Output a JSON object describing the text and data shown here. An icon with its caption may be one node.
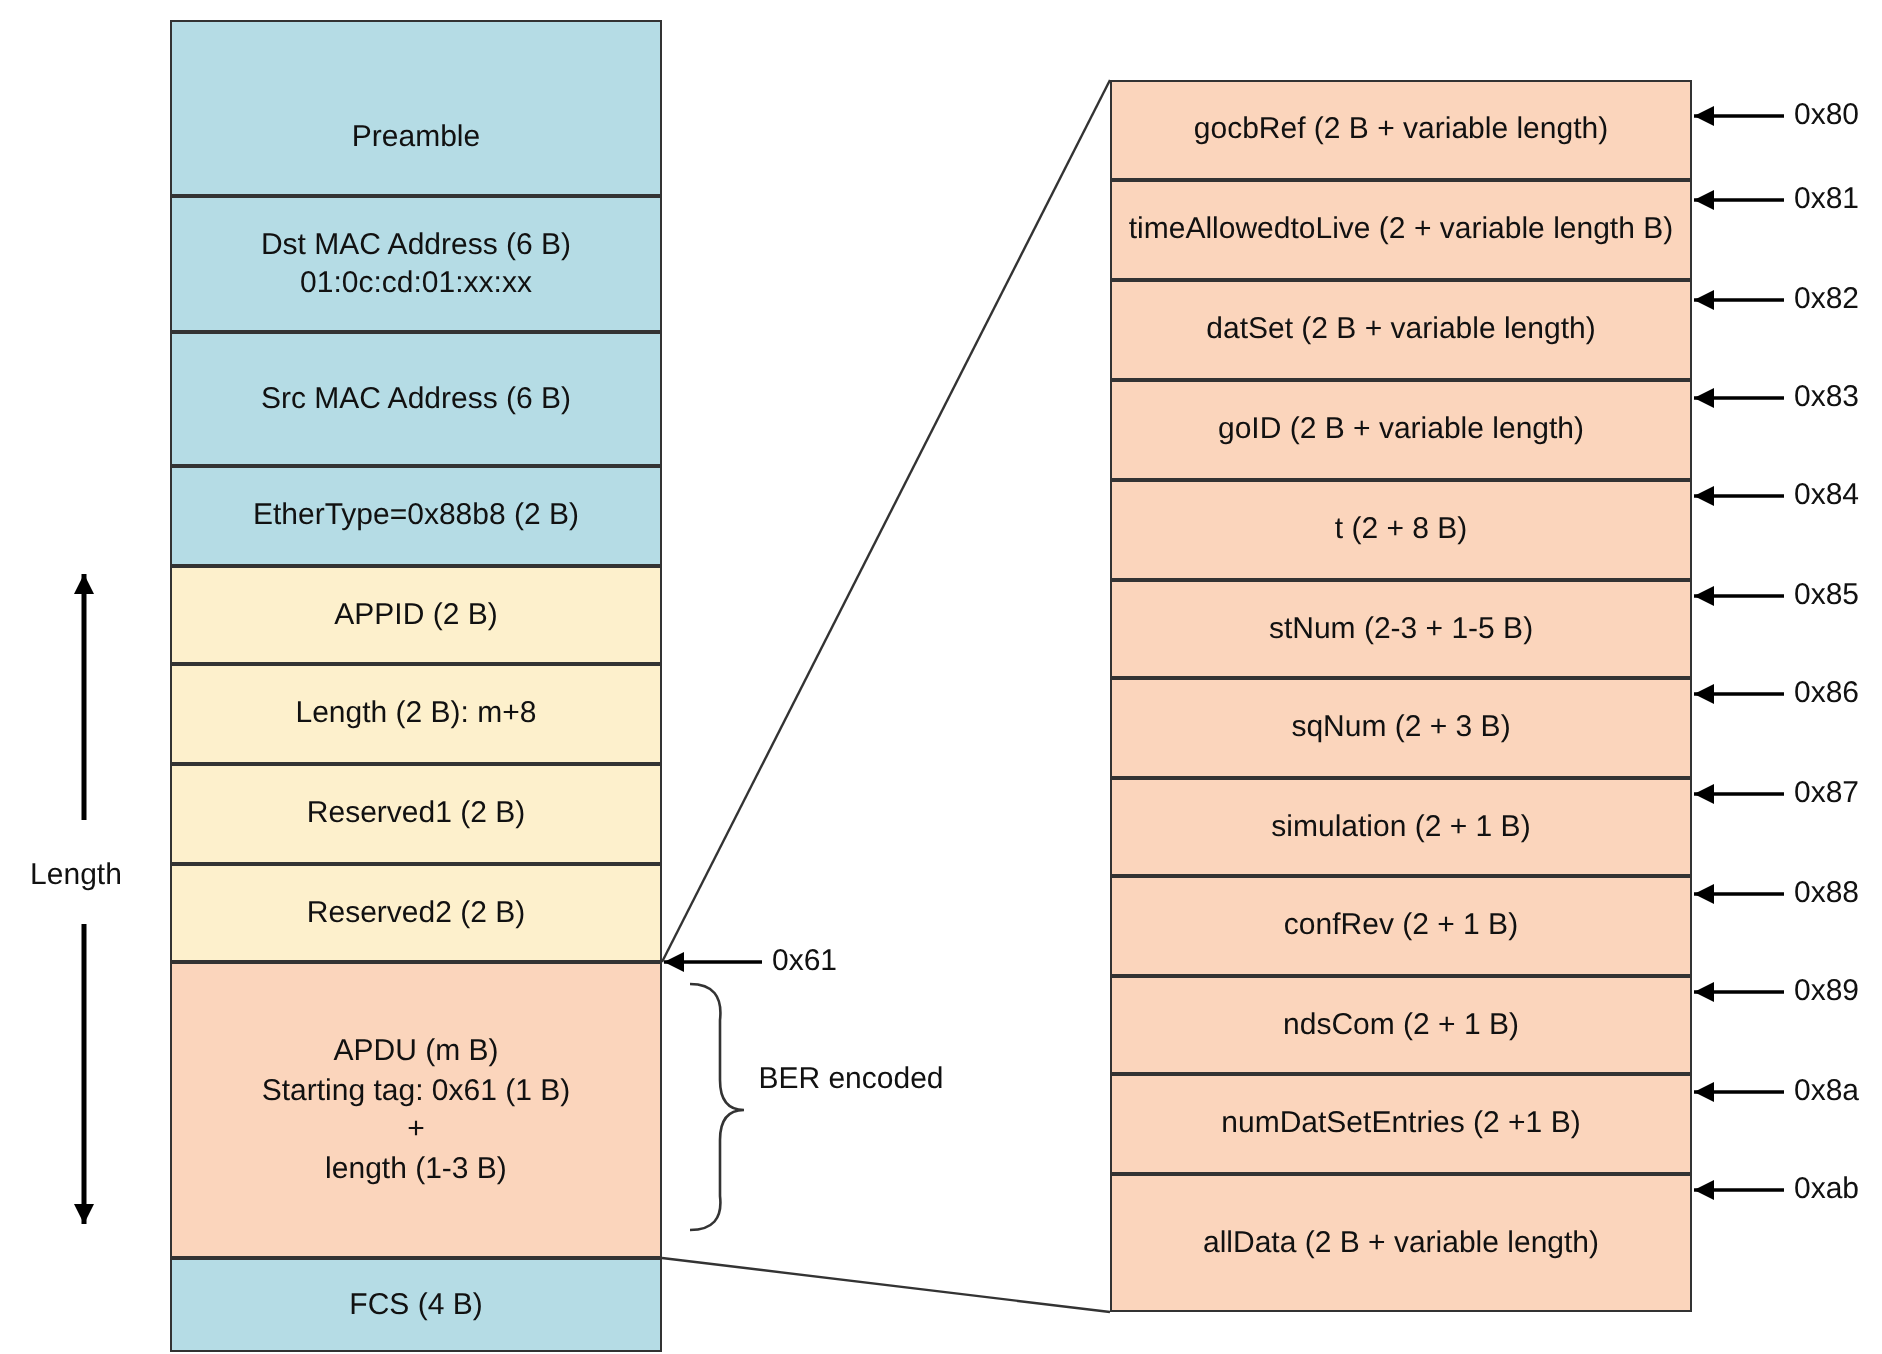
{
  "diagram": {
    "nodes": [
      {
        "text": [
          "Preamble"
        ]
      },
      {
        "text": [
          "Dst MAC Address (6 B)",
          "01:0c:cd:01:xx:xx"
        ]
      },
      {
        "text": [
          "Src MAC Address (6 B)"
        ]
      },
      {
        "text": [
          "EtherType=0x88b8 (2 B)"
        ]
      },
      {
        "text": [
          "APPID (2 B)"
        ]
      },
      {
        "text": [
          "Length (2 B): m+8"
        ]
      },
      {
        "text": [
          "Reserved1 (2 B)"
        ]
      },
      {
        "text": [
          "Reserved2 (2 B)"
        ]
      },
      {
        "text": [
          "APDU (m B)",
          "Starting tag: 0x61 (1 B)",
          "+",
          "length (1-3 B)"
        ]
      },
      {
        "text": [
          "FCS (4 B)"
        ]
      },
      {
        "text": [
          "gocbRef (2 B + variable length)"
        ]
      },
      {
        "text": [
          "timeAllowedtoLive (2 + variable length B)"
        ]
      },
      {
        "text": [
          "datSet (2 B + variable length)"
        ]
      },
      {
        "text": [
          "goID (2 B + variable length)"
        ]
      },
      {
        "text": [
          "t (2 + 8 B)"
        ]
      },
      {
        "text": [
          "stNum (2-3 + 1-5 B)"
        ]
      },
      {
        "text": [
          "sqNum (2 + 3 B)"
        ]
      },
      {
        "text": [
          "simulation (2 + 1 B)"
        ]
      },
      {
        "text": [
          "confRev (2 + 1 B)"
        ]
      },
      {
        "text": [
          "ndsCom (2 + 1 B)"
        ]
      },
      {
        "text": [
          "numDatSetEntries (2 +1 B)"
        ]
      },
      {
        "text": [
          "allData (2 B + variable length)"
        ]
      },
      {
        "text": [
          "0x61"
        ]
      },
      {
        "text": [
          "0x80"
        ]
      },
      {
        "text": [
          "0x81"
        ]
      },
      {
        "text": [
          "0x82"
        ]
      },
      {
        "text": [
          "0x83"
        ]
      },
      {
        "text": [
          "0x84"
        ]
      },
      {
        "text": [
          "0x85"
        ]
      },
      {
        "text": [
          "0x86"
        ]
      },
      {
        "text": [
          "0x87"
        ]
      },
      {
        "text": [
          "0x88"
        ]
      },
      {
        "text": [
          "0x89"
        ]
      },
      {
        "text": [
          "0x8a"
        ]
      },
      {
        "text": [
          "0xab"
        ]
      }
    ],
    "edges": [
      {
        "from": 22,
        "to": 8,
        "arrow": "to"
      },
      {
        "from": 8,
        "to": 10,
        "arrow": "none"
      },
      {
        "from": 8,
        "to": 21,
        "arrow": "none"
      },
      {
        "from": 23,
        "to": 10,
        "arrow": "to"
      },
      {
        "from": 24,
        "to": 11,
        "arrow": "to"
      },
      {
        "from": 25,
        "to": 12,
        "arrow": "to"
      },
      {
        "from": 26,
        "to": 13,
        "arrow": "to"
      },
      {
        "from": 27,
        "to": 14,
        "arrow": "to"
      },
      {
        "from": 28,
        "to": 15,
        "arrow": "to"
      },
      {
        "from": 29,
        "to": 16,
        "arrow": "to"
      },
      {
        "from": 30,
        "to": 17,
        "arrow": "to"
      },
      {
        "from": 31,
        "to": 18,
        "arrow": "to"
      },
      {
        "from": 32,
        "to": 19,
        "arrow": "to"
      },
      {
        "from": 33,
        "to": 20,
        "arrow": "to"
      },
      {
        "from": 34,
        "to": 21,
        "arrow": "to"
      }
    ],
    "labels": [
      "Length",
      "BER encoded"
    ]
  }
}
